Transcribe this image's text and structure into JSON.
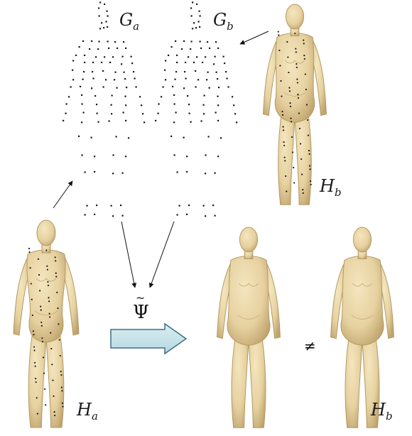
{
  "labels": {
    "g_a": {
      "main": "G",
      "sub": "a"
    },
    "g_b": {
      "main": "G",
      "sub": "b"
    },
    "h_a": {
      "main": "H",
      "sub": "a"
    },
    "h_b_top": {
      "main": "H",
      "sub": "b"
    },
    "h_b_bottom": {
      "main": "H",
      "sub": "b"
    },
    "psi": "Ψ",
    "psi_accent": "~",
    "not_equal": "≠"
  },
  "colors": {
    "skin": "#e8d5a6",
    "skin_shade": "#c9b27e",
    "marker": "#1a1a1a",
    "big_arrow_fill": "#c8e4ea",
    "big_arrow_stroke": "#3e6f86",
    "line": "#111111"
  }
}
